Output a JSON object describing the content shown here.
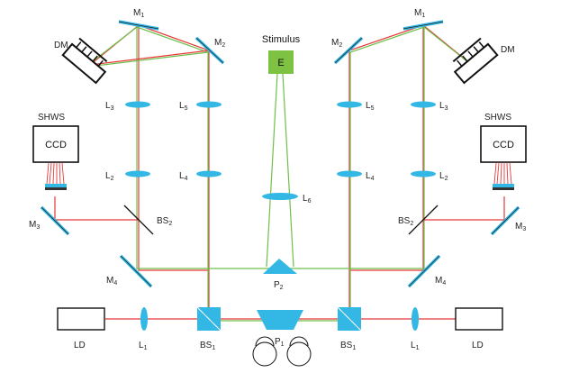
{
  "labels": {
    "m1": "M",
    "m1_sub": "1",
    "m2": "M",
    "m2_sub": "2",
    "m3": "M",
    "m3_sub": "3",
    "m4": "M",
    "m4_sub": "4",
    "l1": "L",
    "l1_sub": "1",
    "l2": "L",
    "l2_sub": "2",
    "l3": "L",
    "l3_sub": "3",
    "l4": "L",
    "l4_sub": "4",
    "l5": "L",
    "l5_sub": "5",
    "l6": "L",
    "l6_sub": "6",
    "bs1": "BS",
    "bs1_sub": "1",
    "bs2": "BS",
    "bs2_sub": "2",
    "p1": "P",
    "p1_sub": "1",
    "p2": "P",
    "p2_sub": "2",
    "dm": "DM",
    "shws": "SHWS",
    "ccd": "CCD",
    "ld": "LD",
    "stimulus": "Stimulus",
    "stimulus_letter": "E"
  },
  "colors": {
    "beam_red": "#e8383a",
    "beam_green": "#6cc04a",
    "optic_cyan": "#33b8e6",
    "stimulus_green": "#7dc242",
    "mirror_dark": "#222222"
  }
}
